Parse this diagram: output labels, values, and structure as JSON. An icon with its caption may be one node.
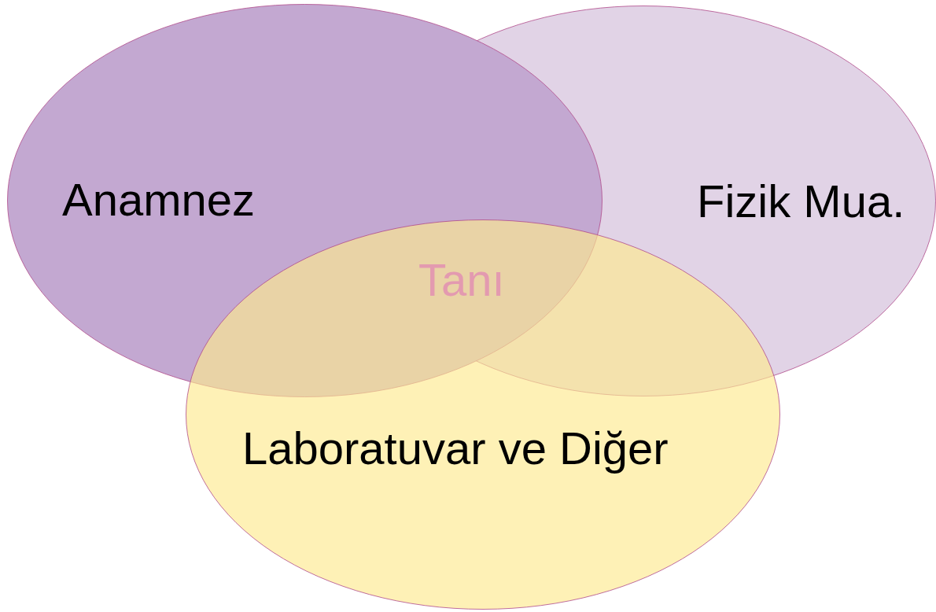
{
  "diagram": {
    "nodes": [
      {
        "text": [
          "Anamnez"
        ]
      },
      {
        "text": [
          "Fizik Mua."
        ]
      },
      {
        "text": [
          "Laboratuvar ve Diğer"
        ]
      }
    ],
    "labels": [
      "Tanı"
    ]
  }
}
